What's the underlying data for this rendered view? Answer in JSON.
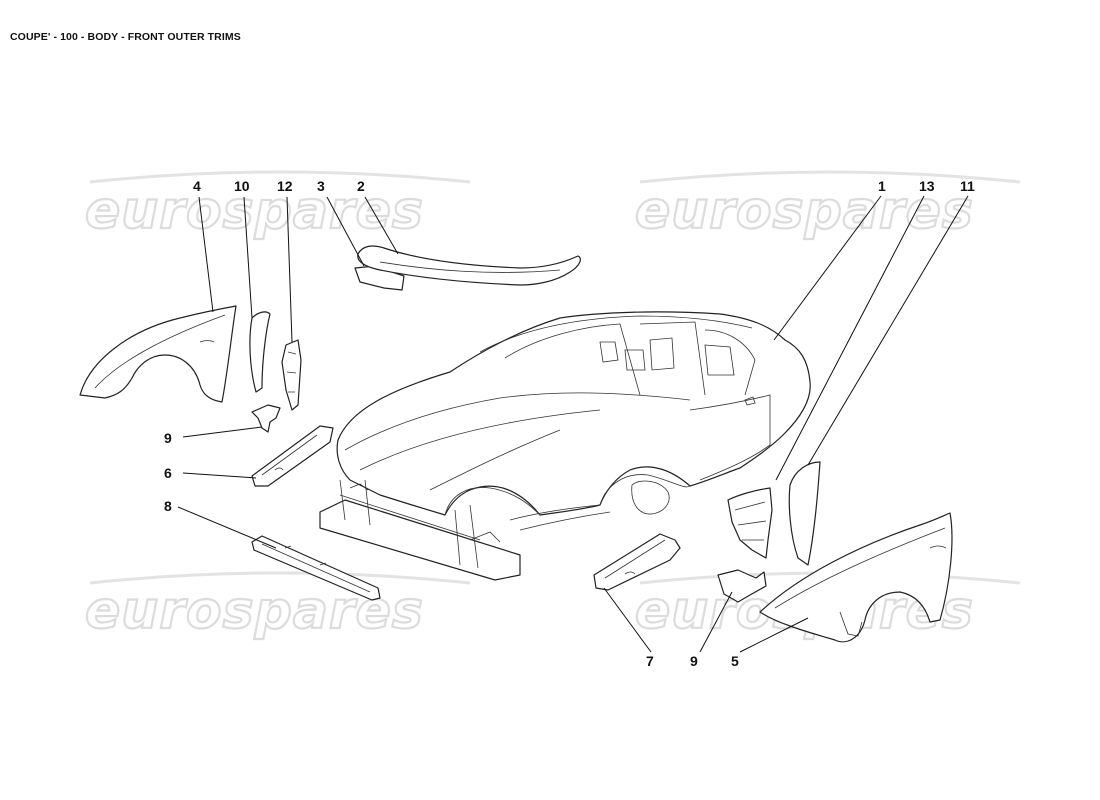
{
  "title": "COUPE' - 100 - BODY - FRONT OUTER TRIMS",
  "watermark": "eurospares",
  "callouts": {
    "c1": "1",
    "c2": "2",
    "c3": "3",
    "c4": "4",
    "c5": "5",
    "c6": "6",
    "c7": "7",
    "c8": "8",
    "c9a": "9",
    "c9b": "9",
    "c10": "10",
    "c11": "11",
    "c12": "12",
    "c13": "13"
  }
}
